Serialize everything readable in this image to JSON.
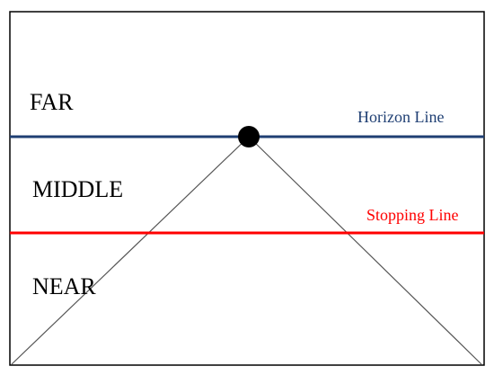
{
  "zones": {
    "far": "FAR",
    "middle": "MIDDLE",
    "near": "NEAR"
  },
  "horizon_line": {
    "label": "Horizon Line",
    "color": "#1f3f73"
  },
  "stopping_line": {
    "label": "Stopping Line",
    "color": "#ff0000"
  },
  "colors": {
    "frame": "#000000",
    "perspective_lines": "#555555",
    "vanishing_point": "#000000",
    "background": "#ffffff"
  }
}
